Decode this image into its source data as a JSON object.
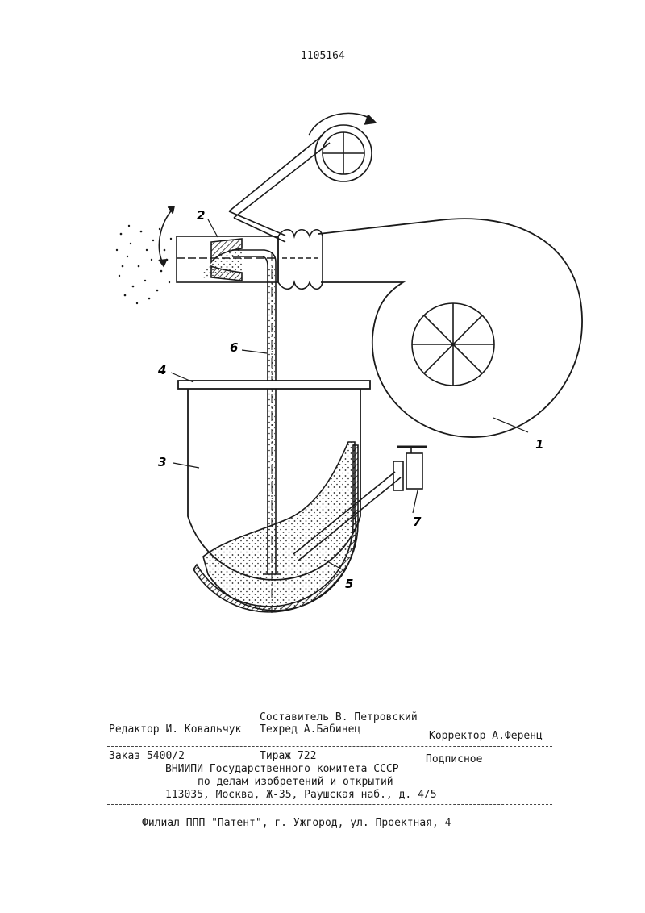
{
  "patent_number": "1105164",
  "figure_labels": {
    "fan": "1",
    "nozzle": "2",
    "vessel": "3",
    "lid": "4",
    "jacket": "5",
    "tube": "6",
    "valve": "7"
  },
  "footer": {
    "compiler": "Составитель В. Петровский",
    "editor": "Редактор И. Ковальчук",
    "techred": "Техред А.Бабинец",
    "corrector": "Корректор А.Ференц",
    "order": "Заказ 5400/2",
    "circulation": "Тираж 722",
    "subscription": "Подписное",
    "org_line1": "ВНИИПИ Государственного комитета СССР",
    "org_line2": "по делам изобретений и открытий",
    "address": "113035, Москва, Ж-35, Раушская наб., д. 4/5",
    "branch": "Филиал ППП \"Патент\", г. Ужгород, ул. Проектная, 4"
  }
}
